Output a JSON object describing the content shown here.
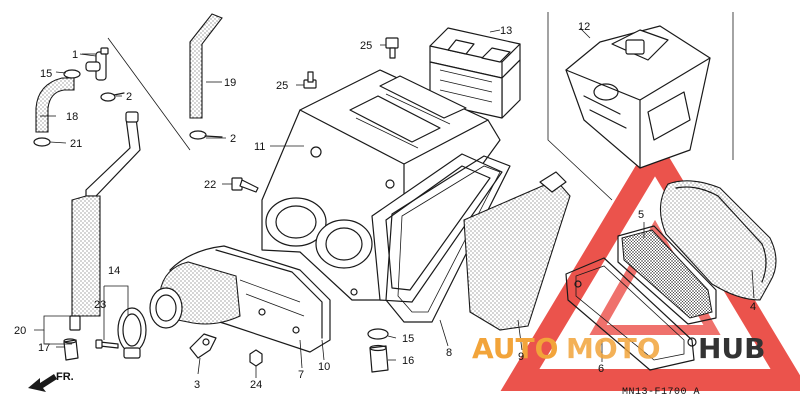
{
  "diagram": {
    "diagram_code": "MN13-F1700 A",
    "direction_label": "FR.",
    "part_labels": {
      "p1": "1",
      "p2a": "2",
      "p2b": "2",
      "p3": "3",
      "p4": "4",
      "p5": "5",
      "p6": "6",
      "p7": "7",
      "p8": "8",
      "p9": "9",
      "p10": "10",
      "p11": "11",
      "p12": "12",
      "p13": "13",
      "p14": "14",
      "p15a": "15",
      "p15b": "15",
      "p16": "16",
      "p17": "17",
      "p18": "18",
      "p19": "19",
      "p20": "20",
      "p21": "21",
      "p22": "22",
      "p23": "23",
      "p24": "24",
      "p25a": "25",
      "p25b": "25"
    }
  },
  "watermark": {
    "brand_part1": "AUTO",
    "brand_part2": "MOTO",
    "brand_part3": "HUB",
    "colors": {
      "red": "#e8352d",
      "orange": "#f2a43a",
      "dark": "#333333"
    }
  }
}
